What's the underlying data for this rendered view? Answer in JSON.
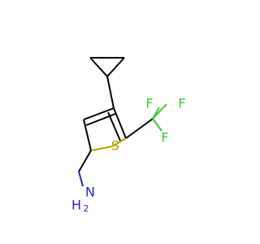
{
  "molecule": {
    "atoms": {
      "sulfur": "S",
      "fluorine_1": "F",
      "fluorine_2": "F",
      "fluorine_3": "F",
      "nitrogen": "N",
      "hydrogen": "H",
      "hydrogen_count": "2"
    },
    "colors": {
      "bond": "#000000",
      "sulfur": "#b2a400",
      "fluorine": "#32cd32",
      "nitrogen": "#2525d0",
      "background": "#ffffff"
    }
  }
}
